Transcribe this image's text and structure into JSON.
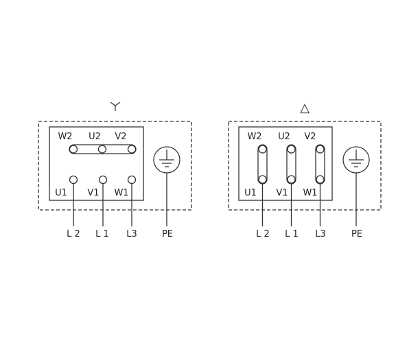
{
  "star": {
    "symbol": "Y",
    "top_labels": [
      "W2",
      "U2",
      "V2"
    ],
    "bottom_labels": [
      "U1",
      "V1",
      "W1"
    ],
    "line_labels": [
      "L 2",
      "L 1",
      "L3"
    ],
    "earth_label": "PE"
  },
  "delta": {
    "symbol": "△",
    "top_labels": [
      "W2",
      "U2",
      "V2"
    ],
    "bottom_labels": [
      "U1",
      "V1",
      "W1"
    ],
    "line_labels": [
      "L 2",
      "L 1",
      "L3"
    ],
    "earth_label": "PE"
  }
}
